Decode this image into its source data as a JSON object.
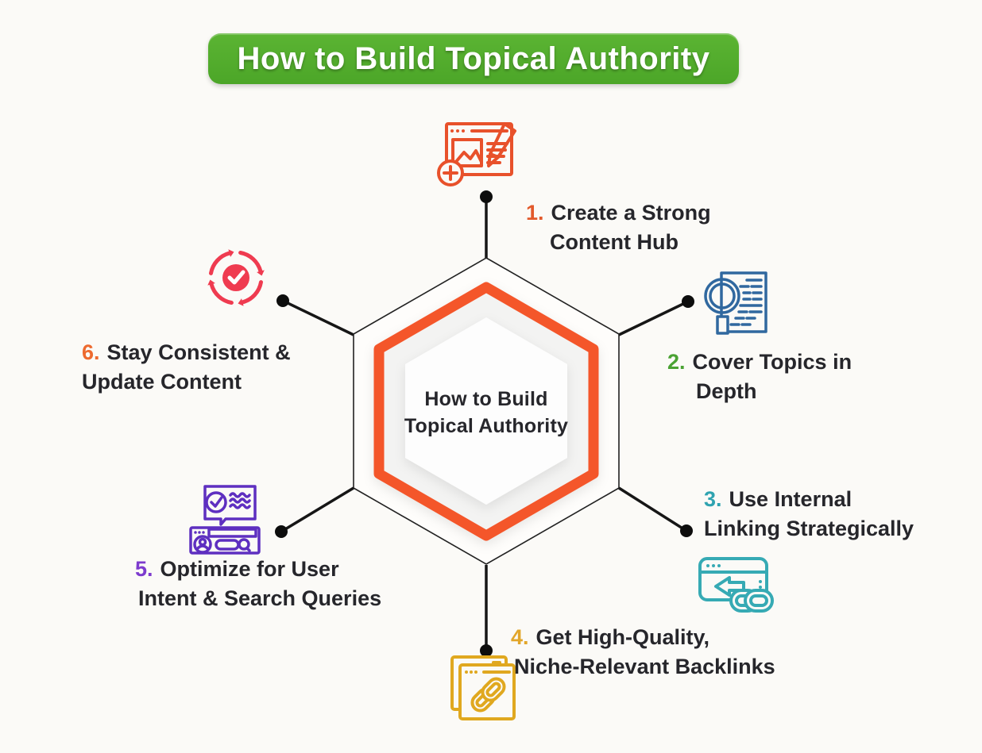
{
  "title": {
    "text": "How to Build Topical Authority",
    "banner_color": "#53ad2b"
  },
  "center": {
    "line1": "How to Build",
    "line2": "Topical Authority",
    "hex_border_color": "#f4562a"
  },
  "items": [
    {
      "number": "1.",
      "line1": "Create a Strong",
      "line2": "Content Hub",
      "number_color": "#e2592b",
      "icon": "content-hub-icon",
      "icon_color": "#e8512b"
    },
    {
      "number": "2.",
      "line1": "Cover Topics in",
      "line2": "Depth",
      "number_color": "#4aa233",
      "icon": "topic-depth-icon",
      "icon_color": "#30689f"
    },
    {
      "number": "3.",
      "line1": "Use Internal",
      "line2": "Linking Strategically",
      "number_color": "#2fa3b0",
      "icon": "internal-linking-icon",
      "icon_color": "#36aab4"
    },
    {
      "number": "4.",
      "line1": "Get High-Quality,",
      "line2": "Niche-Relevant Backlinks",
      "number_color": "#e2a62a",
      "icon": "backlinks-icon",
      "icon_color": "#e0a81f"
    },
    {
      "number": "5.",
      "line1": "Optimize for User",
      "line2": "Intent & Search Queries",
      "number_color": "#7d3bce",
      "icon": "user-intent-icon",
      "icon_color": "#5e2fc0"
    },
    {
      "number": "6.",
      "line1": "Stay Consistent &",
      "line2": "Update Content",
      "number_color": "#ed6a2f",
      "icon": "consistency-icon",
      "icon_color": "#ef3b50"
    }
  ]
}
